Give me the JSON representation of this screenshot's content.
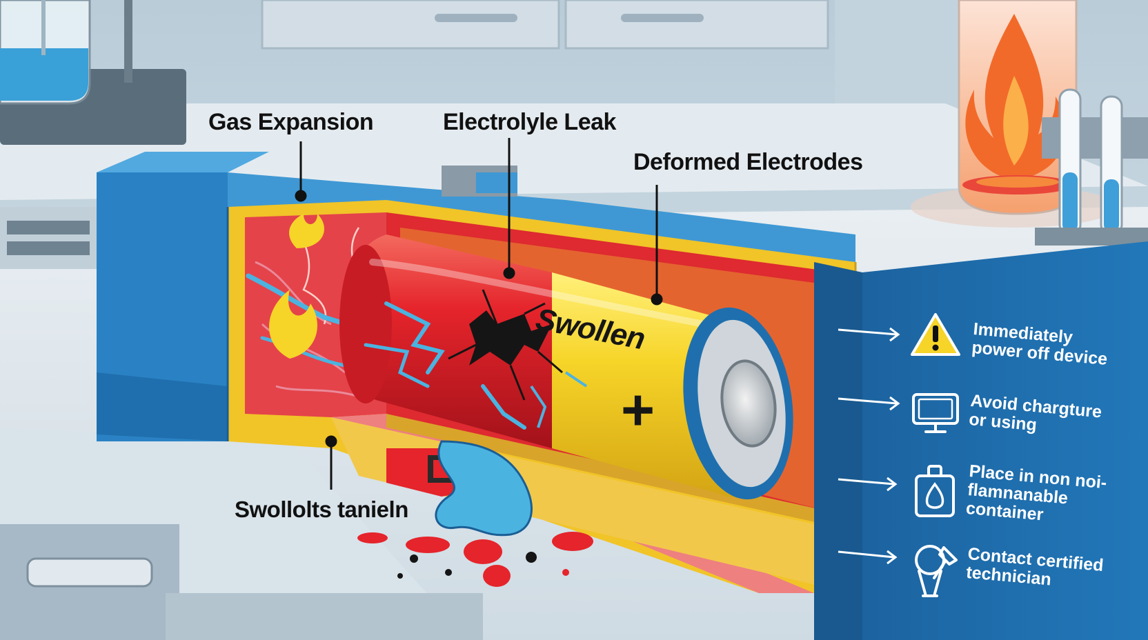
{
  "labels": {
    "gas_expansion": "Gas Expansion",
    "electrolyte_leak": "Electrolyle Leak",
    "deformed_electrodes": "Deformed Electrodes",
    "bottom_label": "Swollolts tanieln",
    "battery_text": "Swollen",
    "battery_terminal": "+"
  },
  "steps": [
    {
      "icon": "warning-triangle-icon",
      "line1": "Immediately",
      "line2": "power off device",
      "line3": ""
    },
    {
      "icon": "monitor-icon",
      "line1": "Avoid chargture",
      "line2": "or using",
      "line3": ""
    },
    {
      "icon": "container-icon",
      "line1": "Place in non noi-",
      "line2": "flamnanable",
      "line3": "container"
    },
    {
      "icon": "technician-tool-icon",
      "line1": "Contact certified",
      "line2": "technician",
      "line3": ""
    }
  ],
  "colors": {
    "panel_blue": "#1f6fae",
    "case_blue": "#2a82c4",
    "battery_red": "#e5242b",
    "battery_yellow": "#f6d428",
    "liquid_blue": "#4bb3e0",
    "flame_orange": "#f26a2a"
  }
}
